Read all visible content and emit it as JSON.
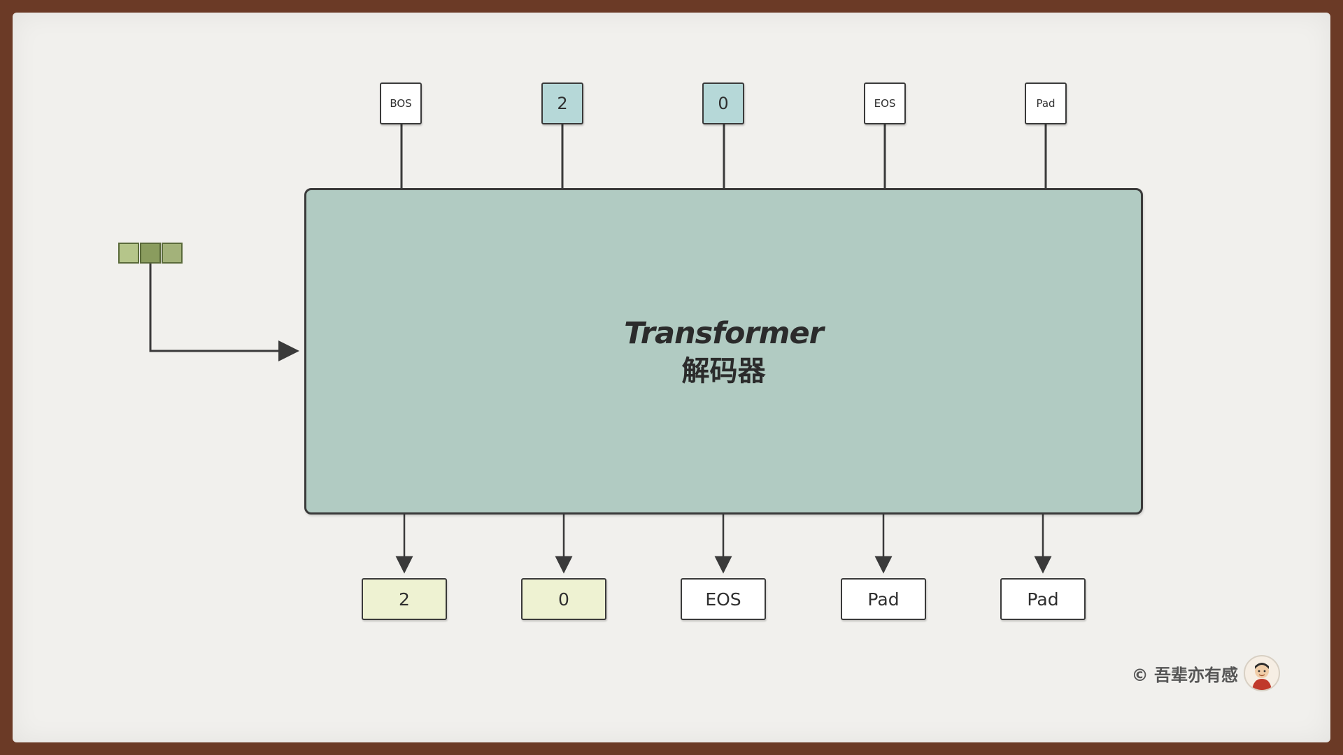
{
  "inputs": [
    {
      "label": "BOS",
      "fill": "#ffffff"
    },
    {
      "label": "2",
      "fill": "#b6d8d8"
    },
    {
      "label": "0",
      "fill": "#b6d8d8"
    },
    {
      "label": "EOS",
      "fill": "#ffffff"
    },
    {
      "label": "Pad",
      "fill": "#ffffff"
    }
  ],
  "decoder": {
    "title": "Transformer",
    "subtitle": "解码器",
    "fill": "#b1cbc2"
  },
  "outputs": [
    {
      "label": "2",
      "fill": "#eef2d2"
    },
    {
      "label": "0",
      "fill": "#eef2d2"
    },
    {
      "label": "EOS",
      "fill": "#ffffff"
    },
    {
      "label": "Pad",
      "fill": "#ffffff"
    },
    {
      "label": "Pad",
      "fill": "#ffffff"
    }
  ],
  "context_vector": {
    "cells": [
      "#b5c58a",
      "#8a9c5e",
      "#a3b27a"
    ]
  },
  "footer": {
    "copyright": "© 吾辈亦有感"
  }
}
